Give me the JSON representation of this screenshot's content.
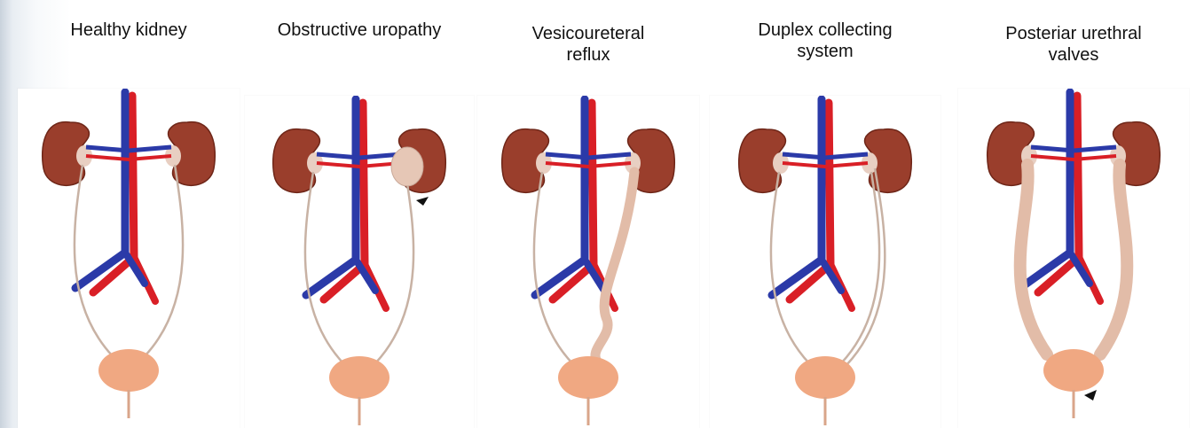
{
  "panels": [
    {
      "id": "healthy",
      "title": "Healthy kidney",
      "condition": "healthy"
    },
    {
      "id": "obstructive",
      "title": "Obstructive uropathy",
      "condition": "obstructive"
    },
    {
      "id": "reflux",
      "title": "Vesicoureteral reflux",
      "condition": "reflux"
    },
    {
      "id": "duplex",
      "title": "Duplex collecting system",
      "condition": "duplex"
    },
    {
      "id": "valves",
      "title": "Posteriar urethral valves",
      "condition": "valves"
    }
  ],
  "colors": {
    "kidney": "#9a3e2c",
    "kidney_dark": "#6e2618",
    "artery": "#d91f26",
    "vein": "#2b3aa8",
    "ureter": "#c8b2a4",
    "bladder": "#f0a882",
    "arrow": "#111111"
  }
}
